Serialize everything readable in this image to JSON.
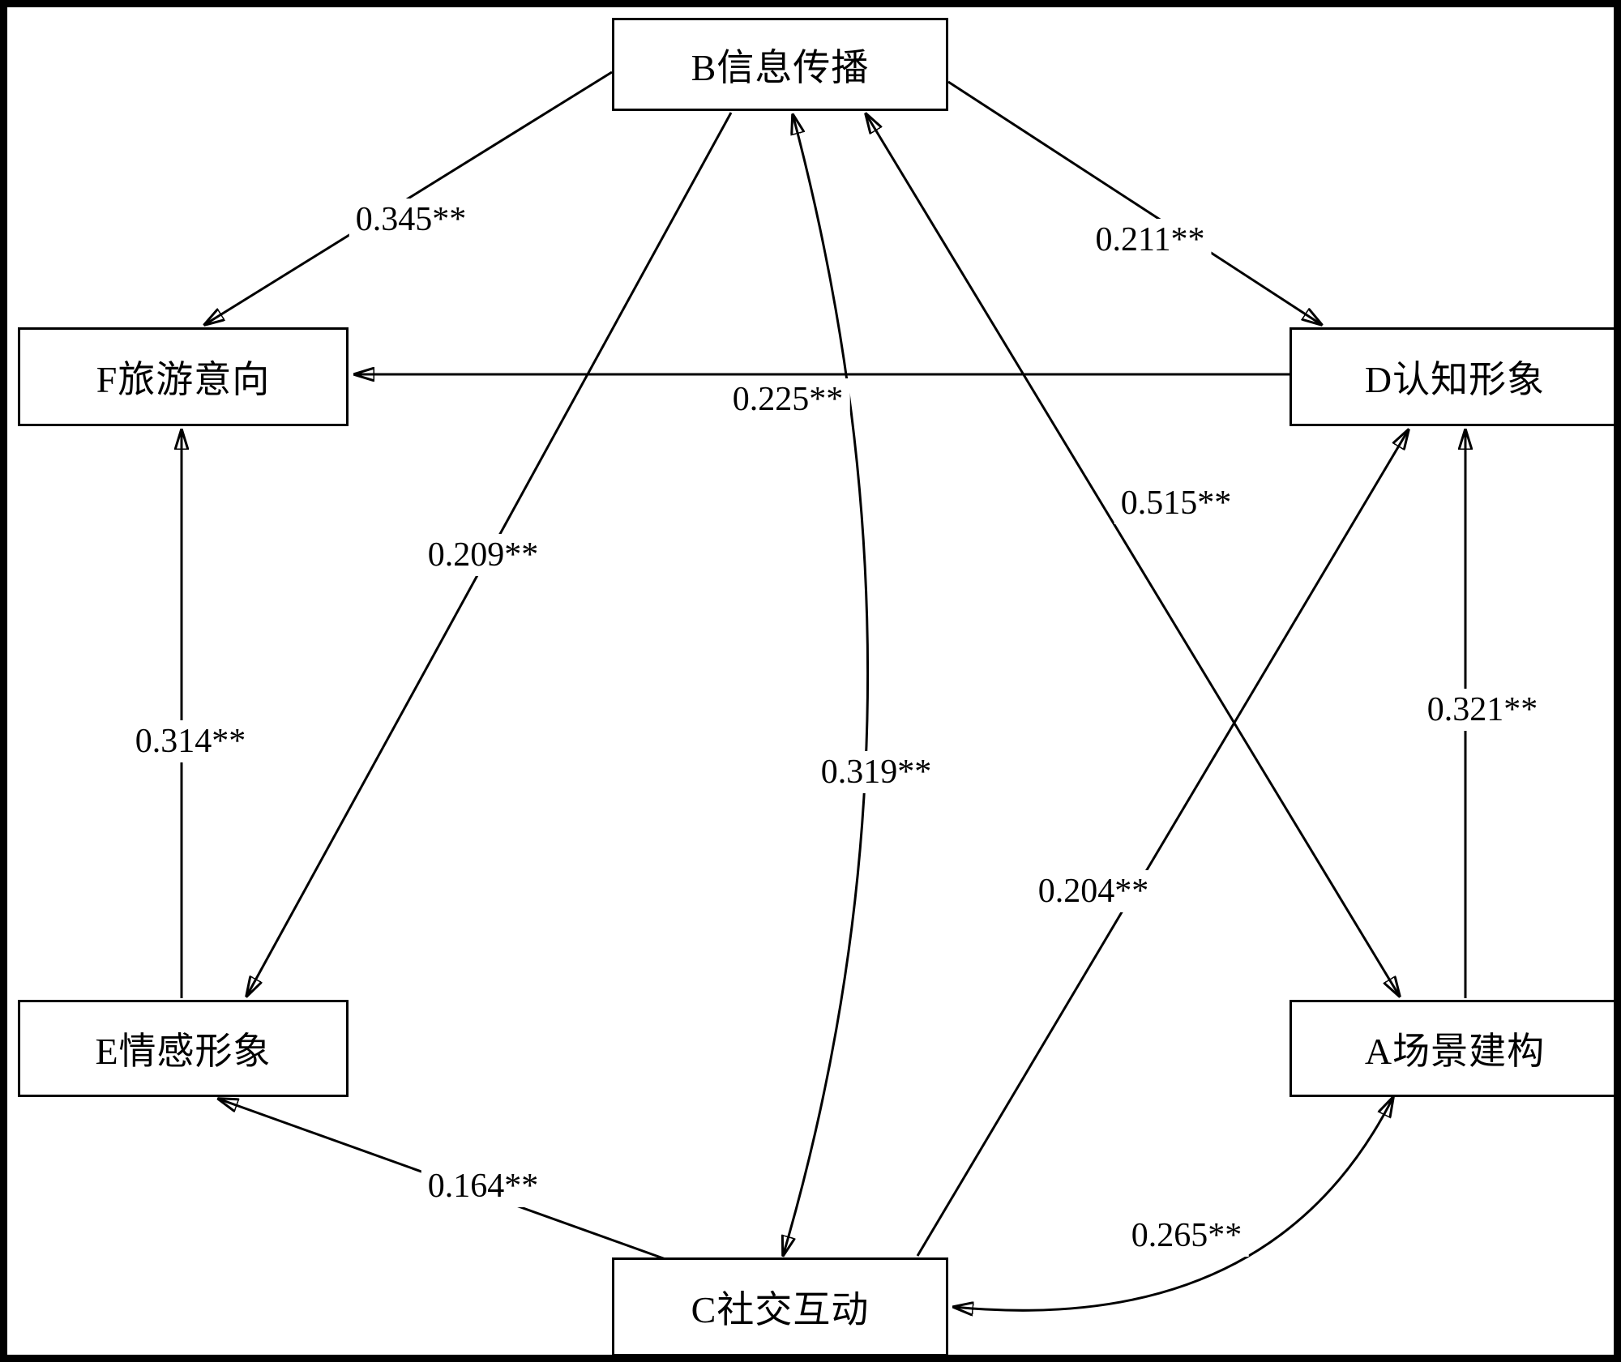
{
  "diagram": {
    "colors": {
      "line": "#000000",
      "background": "#ffffff"
    },
    "nodes": [
      {
        "id": "B",
        "label": "B信息传播"
      },
      {
        "id": "F",
        "label": "F旅游意向"
      },
      {
        "id": "D",
        "label": "D认知形象"
      },
      {
        "id": "E",
        "label": "E情感形象"
      },
      {
        "id": "A",
        "label": "A场景建构"
      },
      {
        "id": "C",
        "label": "C社交互动"
      }
    ],
    "edges": [
      {
        "from": "B",
        "to": "F",
        "coefficient": "0.345**",
        "arrow": "single"
      },
      {
        "from": "B",
        "to": "D",
        "coefficient": "0.211**",
        "arrow": "single"
      },
      {
        "from": "D",
        "to": "F",
        "coefficient": "0.225**",
        "arrow": "single"
      },
      {
        "from": "B",
        "to": "E",
        "coefficient": "0.209**",
        "arrow": "single"
      },
      {
        "from": "E",
        "to": "F",
        "coefficient": "0.314**",
        "arrow": "single"
      },
      {
        "from": "A",
        "to": "D",
        "coefficient": "0.321**",
        "arrow": "single"
      },
      {
        "from": "C",
        "to": "D",
        "coefficient": "0.204**",
        "arrow": "single"
      },
      {
        "from": "C",
        "to": "E",
        "coefficient": "0.164**",
        "arrow": "single"
      },
      {
        "from": "B",
        "to": "C",
        "coefficient": "0.319**",
        "arrow": "double"
      },
      {
        "from": "A",
        "to": "B",
        "coefficient": "0.515**",
        "arrow": "double"
      },
      {
        "from": "A",
        "to": "C",
        "coefficient": "0.265**",
        "arrow": "double"
      }
    ]
  }
}
